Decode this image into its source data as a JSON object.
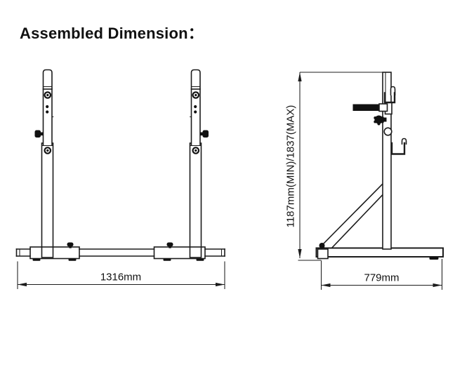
{
  "title": "Assembled Dimension：",
  "views": {
    "front": {
      "width": "1316mm"
    },
    "side": {
      "depth": "779mm",
      "height": "1187mm(MIN)/1837(MAX)"
    }
  },
  "colors": {
    "line": "#1c1c1c",
    "ink": "#111111",
    "background": "#ffffff"
  }
}
